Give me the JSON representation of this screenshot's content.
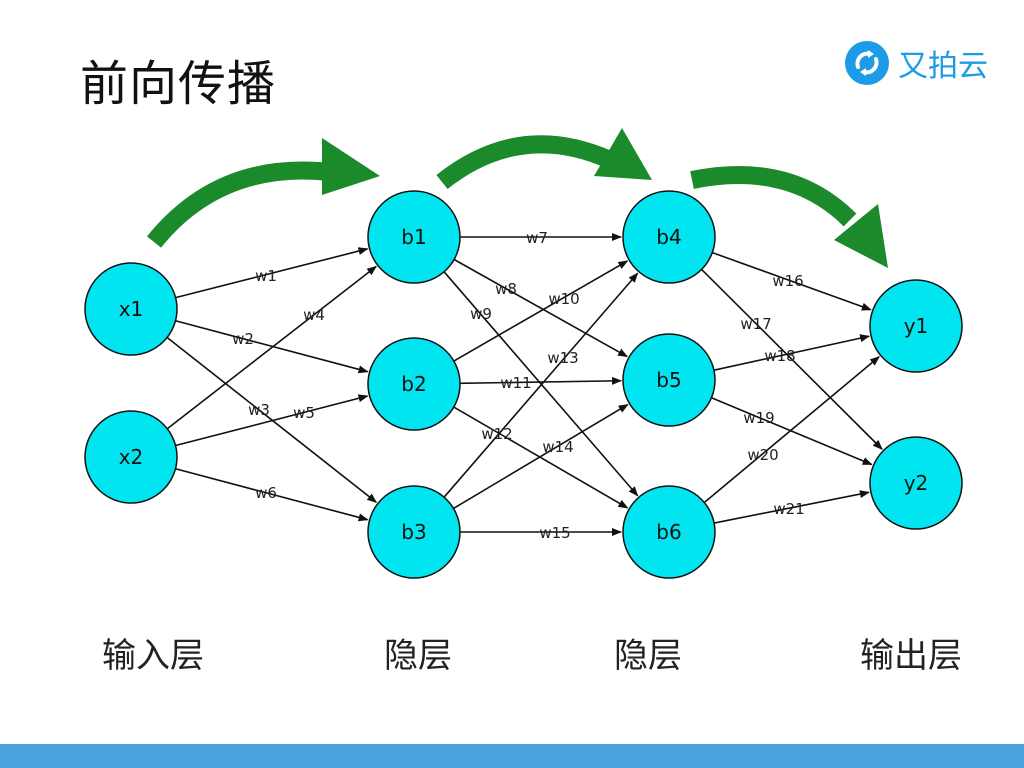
{
  "title": "前向传播",
  "logo": {
    "text": "又拍云",
    "icon": "upyun-logo-icon",
    "color": "#1e9be6"
  },
  "colors": {
    "node_fill": "#00e5f0",
    "node_stroke": "#111111",
    "arrow": "#1a8a2a",
    "bar": "#4aa3dc"
  },
  "layers": {
    "input": "输入层",
    "hidden1": "隐层",
    "hidden2": "隐层",
    "output": "输出层"
  },
  "nodes": [
    {
      "id": "x1",
      "label": "x1",
      "layer": "input"
    },
    {
      "id": "x2",
      "label": "x2",
      "layer": "input"
    },
    {
      "id": "b1",
      "label": "b1",
      "layer": "hidden1"
    },
    {
      "id": "b2",
      "label": "b2",
      "layer": "hidden1"
    },
    {
      "id": "b3",
      "label": "b3",
      "layer": "hidden1"
    },
    {
      "id": "b4",
      "label": "b4",
      "layer": "hidden2"
    },
    {
      "id": "b5",
      "label": "b5",
      "layer": "hidden2"
    },
    {
      "id": "b6",
      "label": "b6",
      "layer": "hidden2"
    },
    {
      "id": "y1",
      "label": "y1",
      "layer": "output"
    },
    {
      "id": "y2",
      "label": "y2",
      "layer": "output"
    }
  ],
  "edges": [
    {
      "from": "x1",
      "to": "b1",
      "label": "w1"
    },
    {
      "from": "x1",
      "to": "b2",
      "label": "w2"
    },
    {
      "from": "x1",
      "to": "b3",
      "label": "w3"
    },
    {
      "from": "x2",
      "to": "b1",
      "label": "w4"
    },
    {
      "from": "x2",
      "to": "b2",
      "label": "w5"
    },
    {
      "from": "x2",
      "to": "b3",
      "label": "w6"
    },
    {
      "from": "b1",
      "to": "b4",
      "label": "w7"
    },
    {
      "from": "b1",
      "to": "b5",
      "label": "w8"
    },
    {
      "from": "b1",
      "to": "b6",
      "label": "w9"
    },
    {
      "from": "b2",
      "to": "b4",
      "label": "w10"
    },
    {
      "from": "b2",
      "to": "b5",
      "label": "w11"
    },
    {
      "from": "b2",
      "to": "b6",
      "label": "w12"
    },
    {
      "from": "b3",
      "to": "b4",
      "label": "w13"
    },
    {
      "from": "b3",
      "to": "b5",
      "label": "w14"
    },
    {
      "from": "b3",
      "to": "b6",
      "label": "w15"
    },
    {
      "from": "b4",
      "to": "y1",
      "label": "w16"
    },
    {
      "from": "b4",
      "to": "y2",
      "label": "w17"
    },
    {
      "from": "b5",
      "to": "y1",
      "label": "w18"
    },
    {
      "from": "b5",
      "to": "y2",
      "label": "w19"
    },
    {
      "from": "b6",
      "to": "y1",
      "label": "w20"
    },
    {
      "from": "b6",
      "to": "y2",
      "label": "w21"
    }
  ]
}
